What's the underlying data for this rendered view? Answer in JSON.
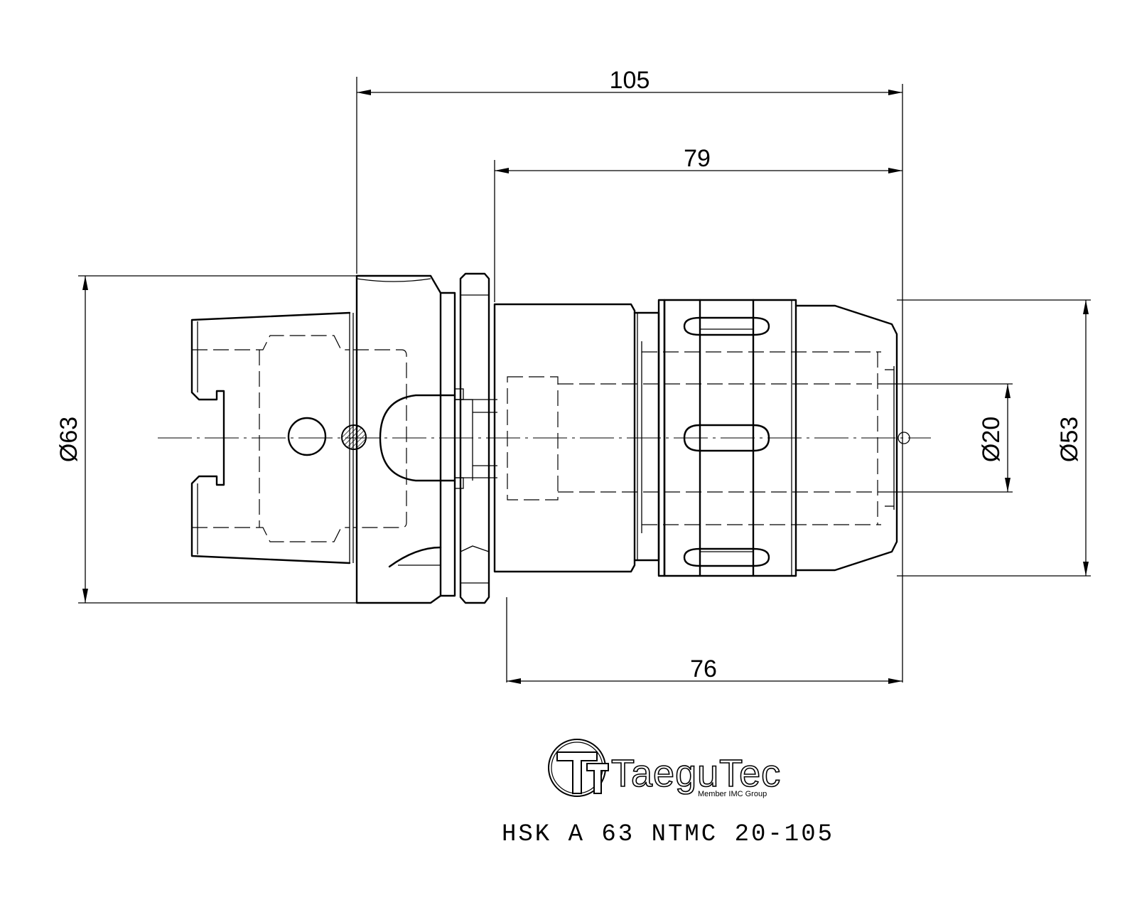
{
  "dimensions": {
    "overall_length": "105",
    "body_length": "79",
    "nut_length": "76",
    "flange_diameter": "Ø63",
    "nut_diameter": "Ø53",
    "clamp_diameter": "Ø20"
  },
  "brand": {
    "name": "TaeguTec",
    "tagline": "Member IMC Group"
  },
  "part_code": "HSK A 63 NTMC 20-105"
}
